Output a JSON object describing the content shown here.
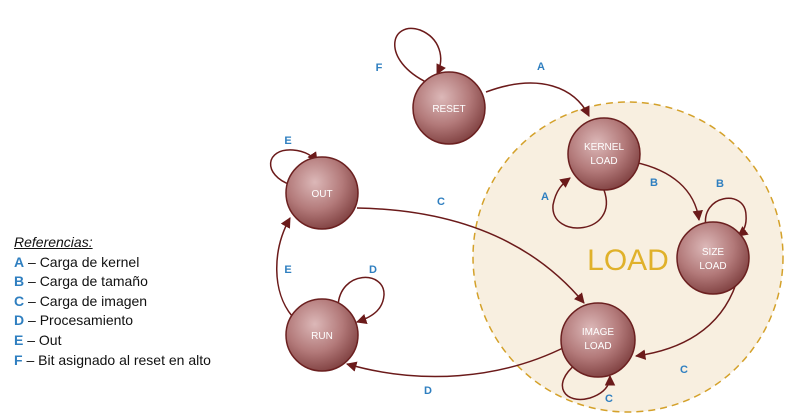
{
  "states": {
    "reset": "RESET",
    "kernel_load": [
      "KERNEL",
      "LOAD"
    ],
    "size_load": [
      "SIZE",
      "LOAD"
    ],
    "image_load": [
      "IMAGE",
      "LOAD"
    ],
    "out": "OUT",
    "run": "RUN"
  },
  "region": {
    "label": "LOAD"
  },
  "edges": {
    "reset_self": "F",
    "reset_to_kernel": "A",
    "kernel_self": "A",
    "kernel_to_size": "B",
    "size_self": "B",
    "size_to_image": "C",
    "image_self": "C",
    "out_to_image": "C",
    "image_to_run": "D",
    "run_self": "D",
    "run_to_out": "E",
    "out_self": "E"
  },
  "legend": {
    "title": "Referencias:",
    "items": [
      {
        "key": "A",
        "text": "– Carga de kernel"
      },
      {
        "key": "B",
        "text": "– Carga de tamaño"
      },
      {
        "key": "C",
        "text": "– Carga de imagen"
      },
      {
        "key": "D",
        "text": "– Procesamiento"
      },
      {
        "key": "E",
        "text": "– Out"
      },
      {
        "key": "F",
        "text": "– Bit asignado al reset en alto"
      }
    ]
  },
  "colors": {
    "node_fill_light": "#d9aeae",
    "node_fill_dark": "#8a4a4a",
    "node_stroke": "#6b2020",
    "edge": "#6b1a1a",
    "region_fill": "#f8efe0",
    "region_stroke": "#d4a12a",
    "label_blue": "#2f7fc0",
    "region_text": "#e0b12a"
  }
}
